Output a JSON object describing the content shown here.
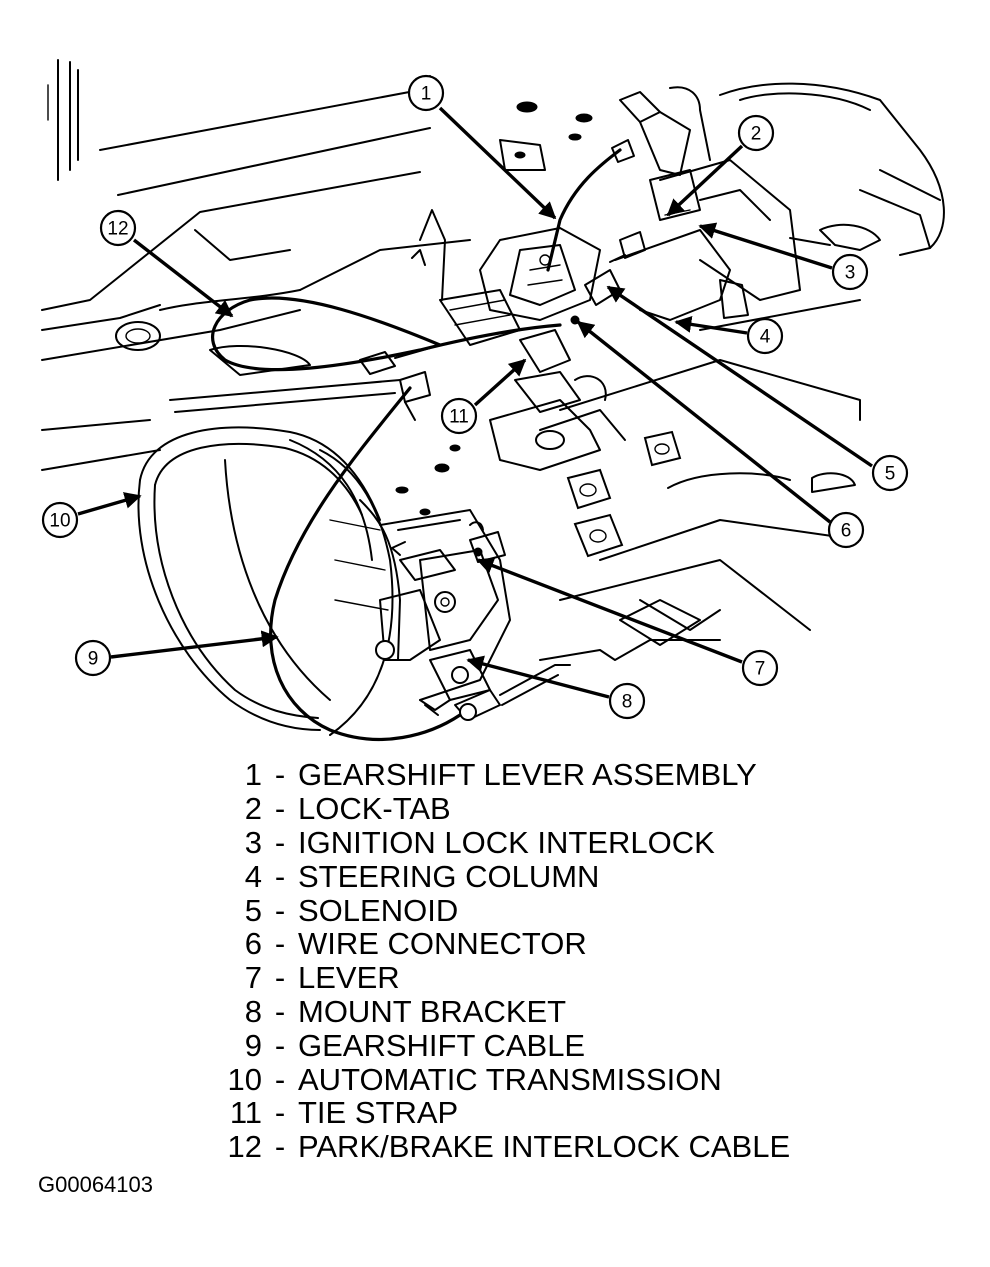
{
  "callouts": [
    {
      "id": "1",
      "label": "GEARSHIFT LEVER ASSEMBLY"
    },
    {
      "id": "2",
      "label": "LOCK-TAB"
    },
    {
      "id": "3",
      "label": "IGNITION LOCK INTERLOCK"
    },
    {
      "id": "4",
      "label": "STEERING COLUMN"
    },
    {
      "id": "5",
      "label": "SOLENOID"
    },
    {
      "id": "6",
      "label": "WIRE CONNECTOR"
    },
    {
      "id": "7",
      "label": "LEVER"
    },
    {
      "id": "8",
      "label": "MOUNT BRACKET"
    },
    {
      "id": "9",
      "label": "GEARSHIFT CABLE"
    },
    {
      "id": "10",
      "label": "AUTOMATIC TRANSMISSION"
    },
    {
      "id": "11",
      "label": "TIE STRAP"
    },
    {
      "id": "12",
      "label": "PARK/BRAKE INTERLOCK CABLE"
    }
  ],
  "legend_separator": "-",
  "figure_id": "G00064103"
}
